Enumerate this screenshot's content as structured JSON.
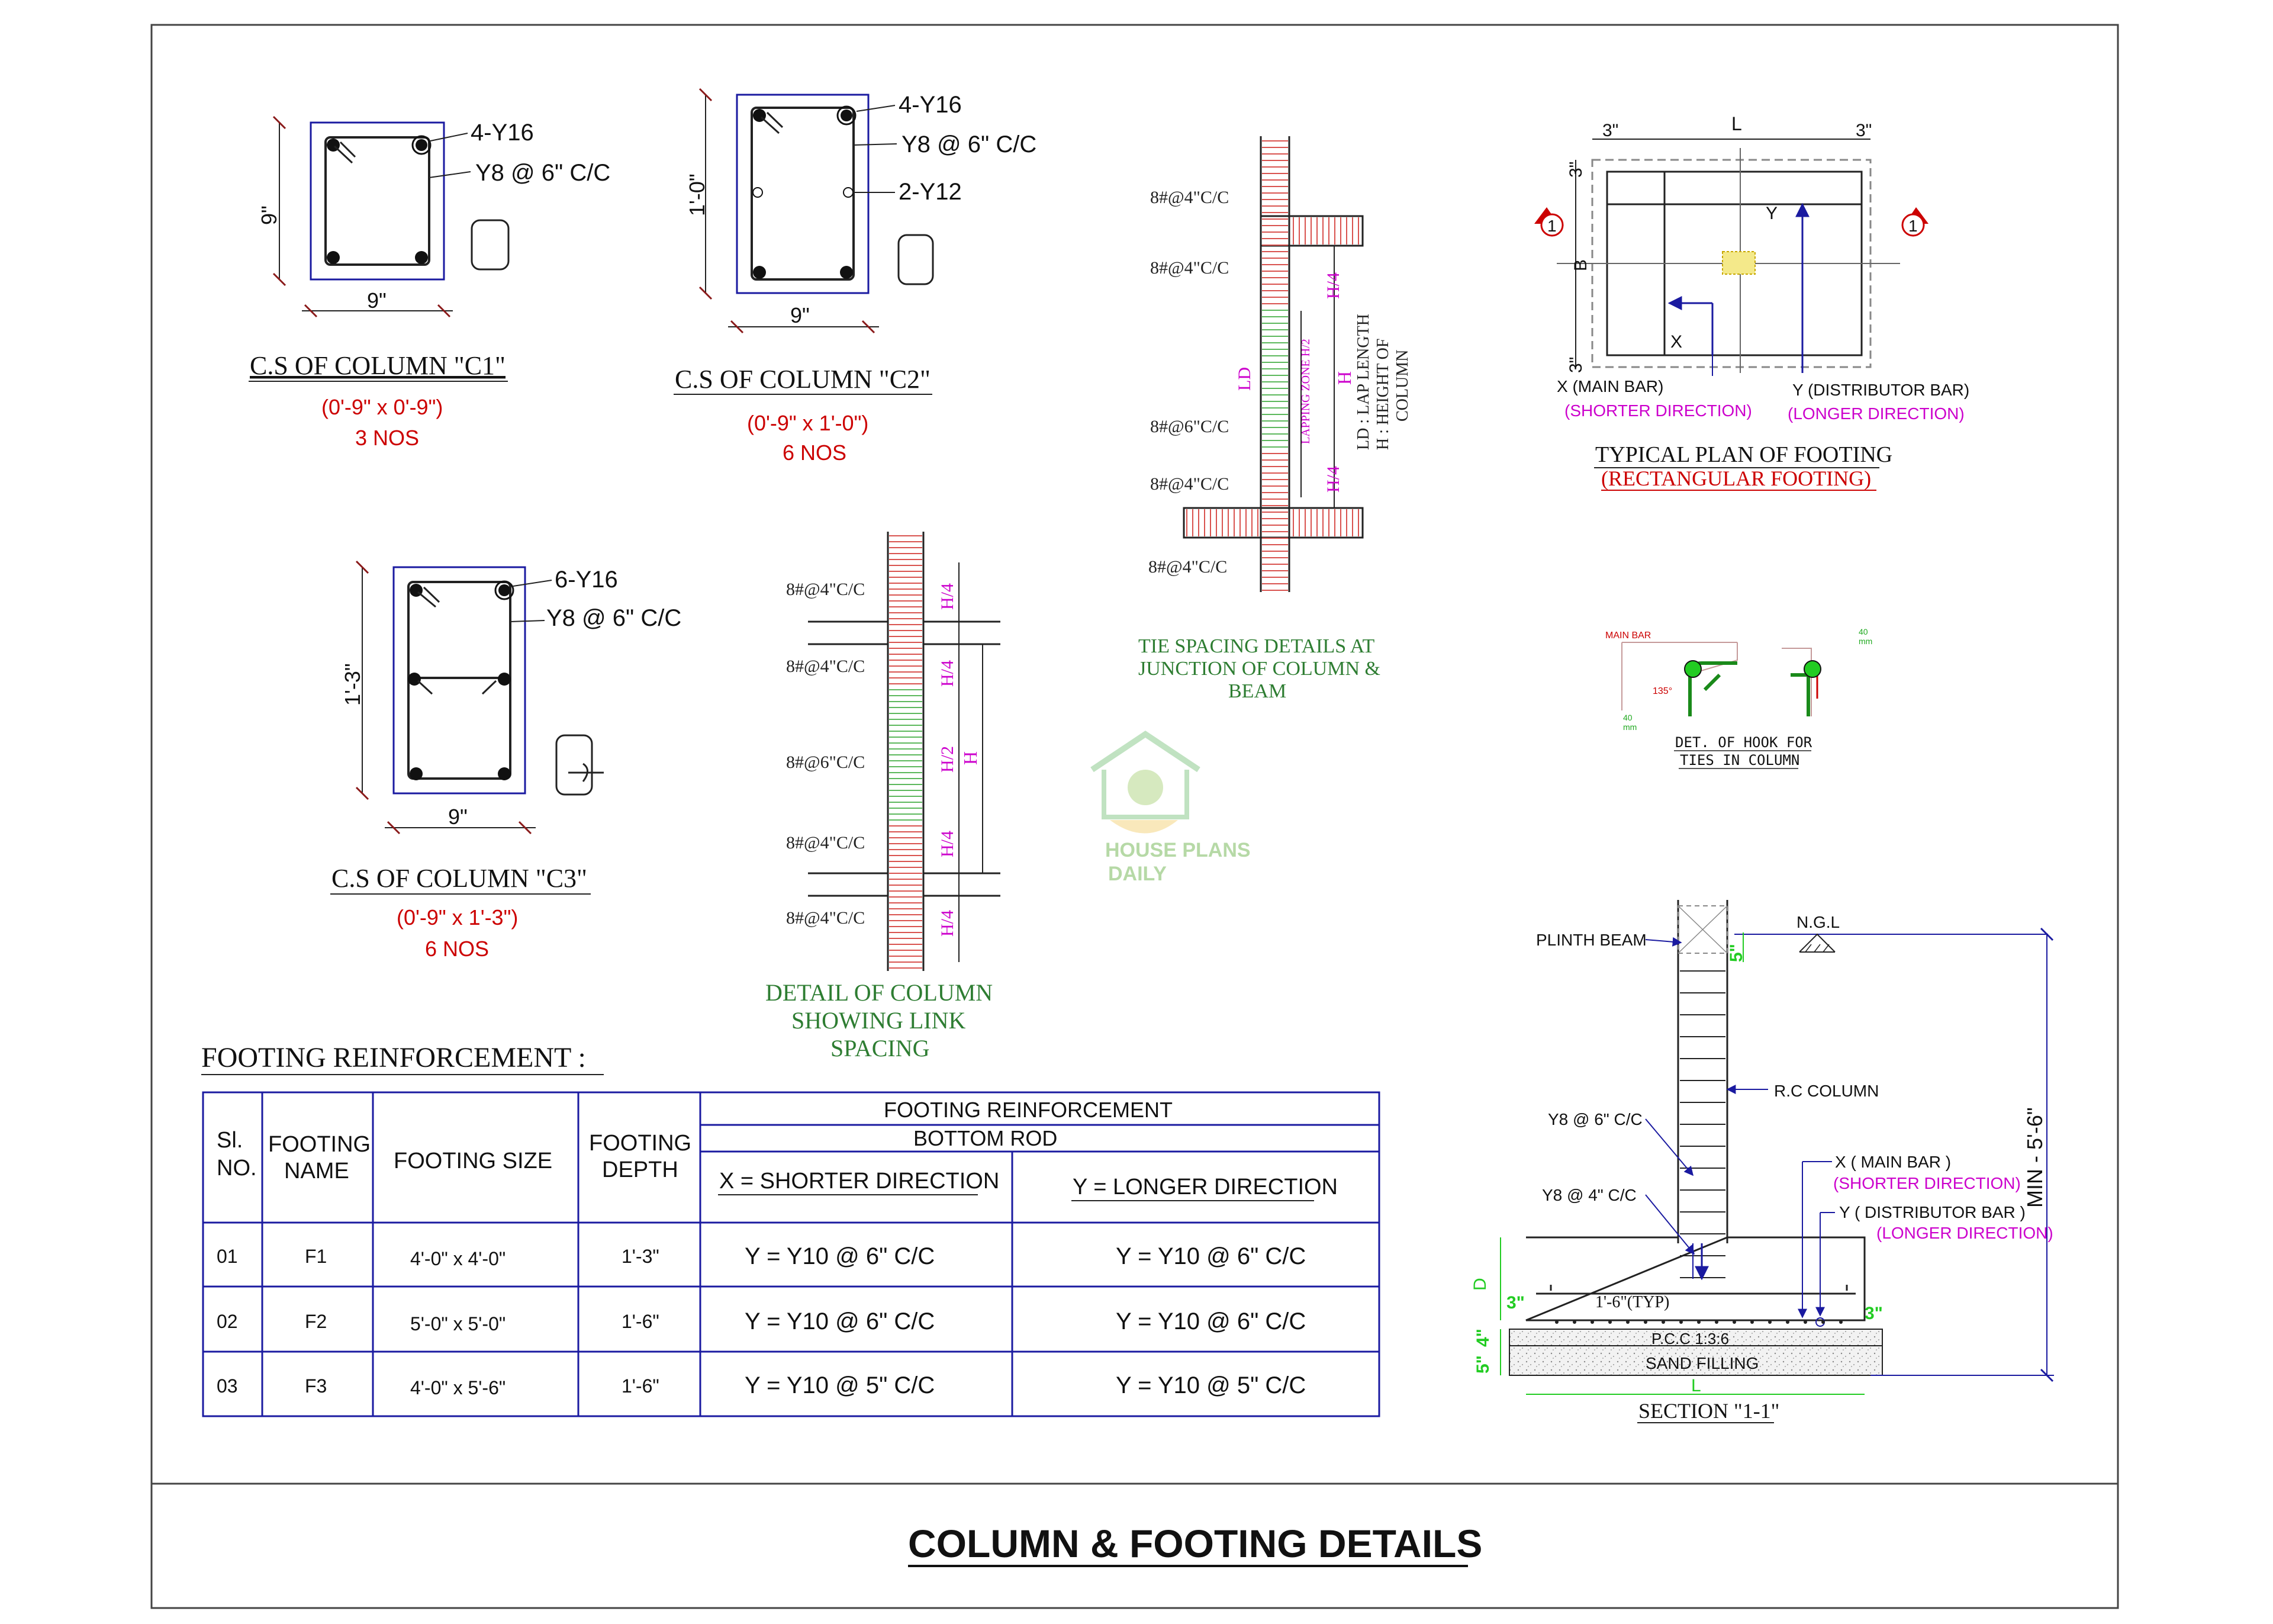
{
  "columns": {
    "c1": {
      "title": "C.S OF COLUMN \"C1\"",
      "size": "(0'-9\" x 0'-9\")",
      "count": "3 NOS",
      "main_bar": "4-Y16",
      "ties": "Y8 @ 6\" C/C",
      "width_dim": "9\"",
      "depth_dim": "9\""
    },
    "c2": {
      "title": "C.S OF COLUMN \"C2\"",
      "size": "(0'-9\" x 1'-0\")",
      "count": "6 NOS",
      "main_bar": "4-Y16",
      "ties": "Y8 @ 6\" C/C",
      "extra_bar": "2-Y12",
      "width_dim": "9\"",
      "depth_dim": "1'-0\""
    },
    "c3": {
      "title": "C.S OF COLUMN \"C3\"",
      "size": "(0'-9\" x 1'-3\")",
      "count": "6 NOS",
      "main_bar": "6-Y16",
      "ties": "Y8 @ 6\" C/C",
      "width_dim": "9\"",
      "depth_dim": "1'-3\""
    }
  },
  "link_spacing": {
    "title_lines": [
      "DETAIL OF COLUMN",
      "SHOWING LINK",
      "SPACING"
    ],
    "labels": [
      "8#@4\"C/C",
      "8#@4\"C/C",
      "8#@6\"C/C",
      "8#@4\"C/C",
      "8#@4\"C/C"
    ],
    "h4": "H/4",
    "h2": "H/2",
    "h": "H"
  },
  "tie_spacing": {
    "title_lines": [
      "TIE SPACING DETAILS AT",
      "JUNCTION OF COLUMN &",
      "BEAM"
    ],
    "labels": [
      "8#@4\"C/C",
      "8#@4\"C/C",
      "8#@6\"C/C",
      "8#@4\"C/C",
      "8#@4\"C/C"
    ],
    "ld": "LD",
    "lapping": "LAPPING ZONE H/2",
    "h": "H",
    "h4": "H/4",
    "legend_1": "LD  : LAP LENGTH",
    "legend_2": "H   : HEIGHT OF",
    "legend_3": "COLUMN"
  },
  "footing_plan": {
    "title": "TYPICAL PLAN OF FOOTING",
    "subtitle": "(RECTANGULAR FOOTING)",
    "dim_left": "3\"",
    "dim_right": "3\"",
    "dim_top": "L",
    "dim_side_top": "3\"",
    "dim_side_bottom": "3\"",
    "dim_b": "B",
    "x": "X",
    "y": "Y",
    "section_mark": "1",
    "x_label": "X (MAIN BAR)",
    "x_dir": "(SHORTER DIRECTION)",
    "y_label": "Y (DISTRIBUTOR BAR)",
    "y_dir": "(LONGER DIRECTION)"
  },
  "hook": {
    "title_1": "DET. OF HOOK FOR",
    "title_2": "TIES IN COLUMN",
    "main_bar": "MAIN BAR",
    "angle": "135°",
    "dim1": "40",
    "dim2": "mm",
    "dim3": "40",
    "dim4": "mm"
  },
  "watermark": {
    "line1": "HOUSE PLANS",
    "line2": "DAILY"
  },
  "section": {
    "title": "SECTION \"1-1\"",
    "plinth_beam": "PLINTH BEAM",
    "ngl": "N.G.L",
    "rc_column": "R.C COLUMN",
    "ties_6": "Y8 @ 6\" C/C",
    "ties_4": "Y8 @ 4\" C/C",
    "x_main": "X  ( MAIN BAR )",
    "x_dir": "(SHORTER DIRECTION)",
    "y_dist": "Y  ( DISTRIBUTOR BAR )",
    "y_dir": "(LONGER DIRECTION)",
    "typ": "1'-6\"(TYP)",
    "pcc": "P.C.C 1:3:6",
    "sand": "SAND FILLING",
    "min_depth": "MIN - 5'-6\"",
    "d": "D",
    "l": "L",
    "dim_5": "5\"",
    "dim_3a": "3\"",
    "dim_3b": "3\"",
    "dim_5b": "5\"",
    "dim_4": "4\""
  },
  "table": {
    "heading": "FOOTING REINFORCEMENT :",
    "col_sl": [
      "Sl.",
      "NO."
    ],
    "col_name": [
      "FOOTING",
      "NAME"
    ],
    "col_size": "FOOTING SIZE",
    "col_depth": [
      "FOOTING",
      "DEPTH"
    ],
    "group_header": "FOOTING REINFORCEMENT",
    "sub_header": "BOTTOM ROD",
    "col_x": "X =  SHORTER DIRECTION",
    "col_y": "Y = LONGER DIRECTION",
    "rows": [
      {
        "sl": "01",
        "name": "F1",
        "size": "4'-0\" x 4'-0\"",
        "depth": "1'-3\"",
        "x": "Y = Y10 @ 6\" C/C",
        "y": "Y = Y10 @ 6\" C/C"
      },
      {
        "sl": "02",
        "name": "F2",
        "size": "5'-0\" x 5'-0\"",
        "depth": "1'-6\"",
        "x": "Y = Y10 @ 6\" C/C",
        "y": "Y = Y10 @ 6\" C/C"
      },
      {
        "sl": "03",
        "name": "F3",
        "size": "4'-0\" x 5'-6\"",
        "depth": "1'-6\"",
        "x": "Y = Y10 @ 5\" C/C",
        "y": "Y = Y10 @ 5\" C/C"
      }
    ]
  },
  "sheet_title": "COLUMN & FOOTING DETAILS",
  "colors": {
    "red": "#cc0000",
    "magenta": "#cc00cc",
    "blue": "#1a1aa0",
    "green": "#2e7d32",
    "lime": "#22cc22",
    "line": "#222222"
  }
}
